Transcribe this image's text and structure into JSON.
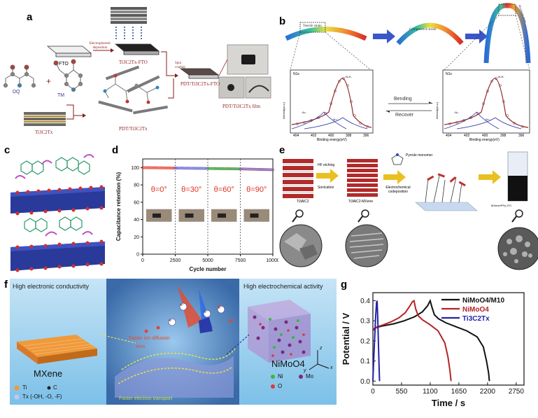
{
  "panel_labels": {
    "a": "a",
    "b": "b",
    "c": "c",
    "d": "d",
    "e": "e",
    "f": "f",
    "g": "g"
  },
  "panel_a": {
    "fto": "FTO",
    "ti3c2_fto": "Ti3C2Tx-FTO",
    "electrophoretic": "Electrophoretic deposition",
    "spin_coating": "Spin coating",
    "pdt_fto": "PDT/Ti3C2Tx-FTO",
    "dq": "DQ",
    "tm": "TM",
    "ti3c2tx": "Ti3C2Tx",
    "pdt_ti3c2tx": "PDT/Ti3C2Tx",
    "film": "PDT/Ti3C2Tx film"
  },
  "panel_b": {
    "tensile": "Tensile strain",
    "compressive": "Compressive strain",
    "max_strain": "Maximum strain",
    "bending": "Bending",
    "recover": "Recover",
    "left_xps": {
      "title": "N1s",
      "ylabel": "Intensity(a.u.)",
      "xlabel": "Binding energy(eV)",
      "ticks": [
        "404",
        "402",
        "400",
        "398",
        "396"
      ],
      "peaks": [
        "-N-H-",
        "-N=",
        "-N+-"
      ]
    },
    "right_xps": {
      "title": "N1s",
      "ylabel": "Intensity(a.u.)",
      "xlabel": "Binding energy(eV)",
      "ticks": [
        "404",
        "402",
        "400",
        "398",
        "396"
      ],
      "peaks": [
        "-N-H-",
        "-N=",
        "-N+-"
      ]
    }
  },
  "panel_e": {
    "ti3alc2": "Ti3AlC2",
    "hf": "HF etching",
    "sonication": "Sonication",
    "mxene": "Ti3AlC2-MXene",
    "pyrrole": "Pyrrole monomer",
    "electro": "Electrochemical codeposition",
    "final": "MXene/PPy-ITO"
  },
  "panel_f": {
    "left_title": "High electronic conductivity",
    "right_title": "High electrochemical activity",
    "mxene": "MXene",
    "nimoo4": "NiMoO4",
    "faster_ion": "Faster ion diffusion",
    "ions": "Ions",
    "faster_e": "Faster electron transport",
    "legend_ti": "Ti",
    "legend_c": "C",
    "legend_tx": "Tx (-OH, -O, -F)",
    "legend_ni": "Ni",
    "legend_mo": "Mo",
    "legend_o": "O",
    "e_minus": "e⁻",
    "axes": [
      "x",
      "y",
      "z"
    ]
  },
  "chart_data": [
    {
      "type": "scatter",
      "panel": "d",
      "xlabel": "Cycle number",
      "ylabel": "Capacitance retention (%)",
      "xlim": [
        0,
        10000
      ],
      "ylim": [
        0,
        110
      ],
      "xticks": [
        "0",
        "2500",
        "5000",
        "7500",
        "10000"
      ],
      "yticks": [
        "0",
        "20",
        "40",
        "60",
        "80",
        "100"
      ],
      "annotations": [
        "θ=0°",
        "θ=30°",
        "θ=60°",
        "θ=90°"
      ],
      "series": [
        {
          "color": "#e8463a",
          "x": [
            0,
            2500
          ],
          "y": [
            100,
            99.5
          ]
        },
        {
          "color": "#6a6ad8",
          "x": [
            2500,
            5000
          ],
          "y": [
            99.5,
            99
          ]
        },
        {
          "color": "#3a9a3a",
          "x": [
            5000,
            7500
          ],
          "y": [
            99,
            98.5
          ]
        },
        {
          "color": "#8a5aa8",
          "x": [
            7500,
            10000
          ],
          "y": [
            98.5,
            97.5
          ]
        }
      ]
    },
    {
      "type": "line",
      "panel": "g",
      "xlabel": "Time / s",
      "ylabel": "Potential / V",
      "xlim": [
        0,
        2900
      ],
      "ylim": [
        -0.02,
        0.44
      ],
      "xticks": [
        0,
        550,
        1100,
        1650,
        2200,
        2750
      ],
      "yticks": [
        0.0,
        0.1,
        0.2,
        0.3,
        0.4
      ],
      "series": [
        {
          "name": "NiMoO4/M10",
          "color": "#111111",
          "x": [
            0,
            30,
            80,
            200,
            400,
            600,
            800,
            950,
            1050,
            1100,
            1130,
            1180,
            1260,
            1400,
            1600,
            1800,
            2000,
            2120,
            2180,
            2220,
            2235
          ],
          "y": [
            0.25,
            0.262,
            0.268,
            0.275,
            0.285,
            0.3,
            0.32,
            0.345,
            0.375,
            0.4,
            0.37,
            0.33,
            0.31,
            0.29,
            0.27,
            0.25,
            0.22,
            0.17,
            0.1,
            0.04,
            0.0
          ]
        },
        {
          "name": "NiMoO4",
          "color": "#b32424",
          "x": [
            0,
            30,
            80,
            200,
            350,
            500,
            620,
            700,
            760,
            790,
            820,
            870,
            950,
            1100,
            1250,
            1380,
            1440,
            1480,
            1500
          ],
          "y": [
            0.25,
            0.262,
            0.27,
            0.28,
            0.295,
            0.315,
            0.34,
            0.37,
            0.395,
            0.4,
            0.36,
            0.325,
            0.305,
            0.28,
            0.25,
            0.19,
            0.12,
            0.05,
            0.0
          ]
        },
        {
          "name": "Ti3C2Tx",
          "color": "#2323a8",
          "x": [
            0,
            15,
            35,
            55,
            70,
            80,
            92,
            105,
            118,
            128
          ],
          "y": [
            0.0,
            0.1,
            0.22,
            0.33,
            0.39,
            0.4,
            0.32,
            0.2,
            0.08,
            0.0
          ]
        }
      ]
    }
  ]
}
